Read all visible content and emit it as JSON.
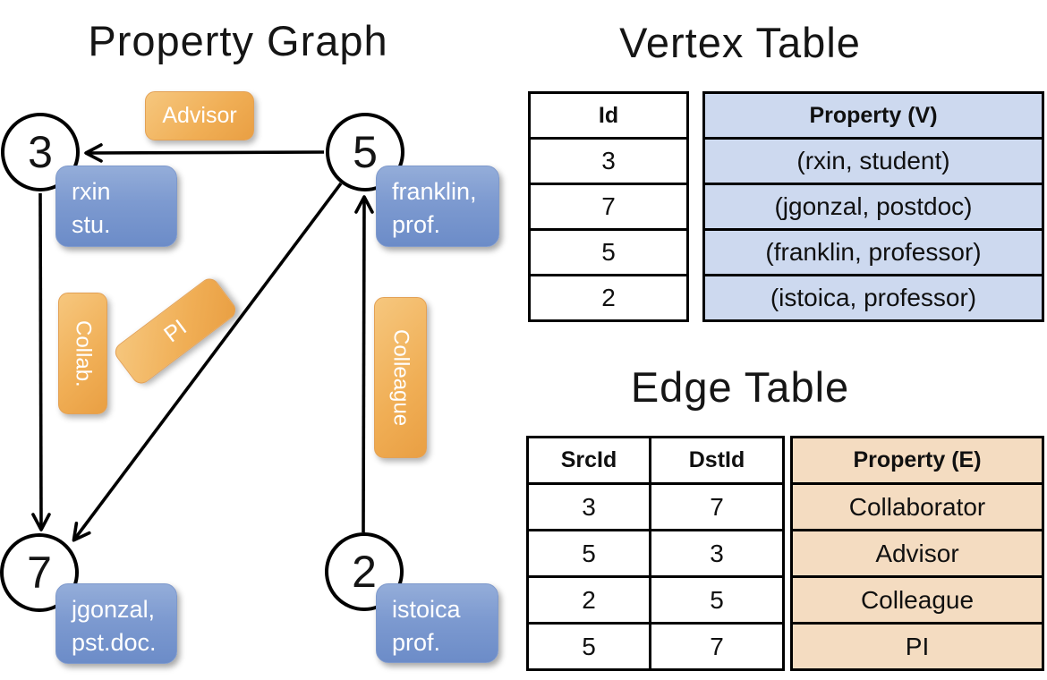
{
  "graph": {
    "title": "Property Graph",
    "nodes": [
      {
        "id": "3",
        "line1": "rxin",
        "line2": "stu."
      },
      {
        "id": "5",
        "line1": "franklin,",
        "line2": "prof."
      },
      {
        "id": "7",
        "line1": "jgonzal,",
        "line2": "pst.doc."
      },
      {
        "id": "2",
        "line1": "istoica",
        "line2": "prof."
      }
    ],
    "edge_labels": {
      "advisor": "Advisor",
      "collab": "Collab.",
      "pi": "PI",
      "colleague": "Colleague"
    }
  },
  "vertex_table": {
    "title": "Vertex Table",
    "headers": {
      "id": "Id",
      "property": "Property (V)"
    },
    "rows": [
      {
        "id": "3",
        "property": "(rxin, student)"
      },
      {
        "id": "7",
        "property": "(jgonzal, postdoc)"
      },
      {
        "id": "5",
        "property": "(franklin, professor)"
      },
      {
        "id": "2",
        "property": "(istoica, professor)"
      }
    ]
  },
  "edge_table": {
    "title": "Edge Table",
    "headers": {
      "src": "SrcId",
      "dst": "DstId",
      "property": "Property (E)"
    },
    "rows": [
      {
        "src": "3",
        "dst": "7",
        "property": "Collaborator"
      },
      {
        "src": "5",
        "dst": "3",
        "property": "Advisor"
      },
      {
        "src": "2",
        "dst": "5",
        "property": "Colleague"
      },
      {
        "src": "5",
        "dst": "7",
        "property": "PI"
      }
    ]
  },
  "colors": {
    "node_box_blue": "#7d9ad0",
    "edge_label_orange": "#f0ae55",
    "vertex_property_fill": "#cdd9ef",
    "edge_property_fill": "#f4dcc1",
    "line_black": "#000000"
  }
}
